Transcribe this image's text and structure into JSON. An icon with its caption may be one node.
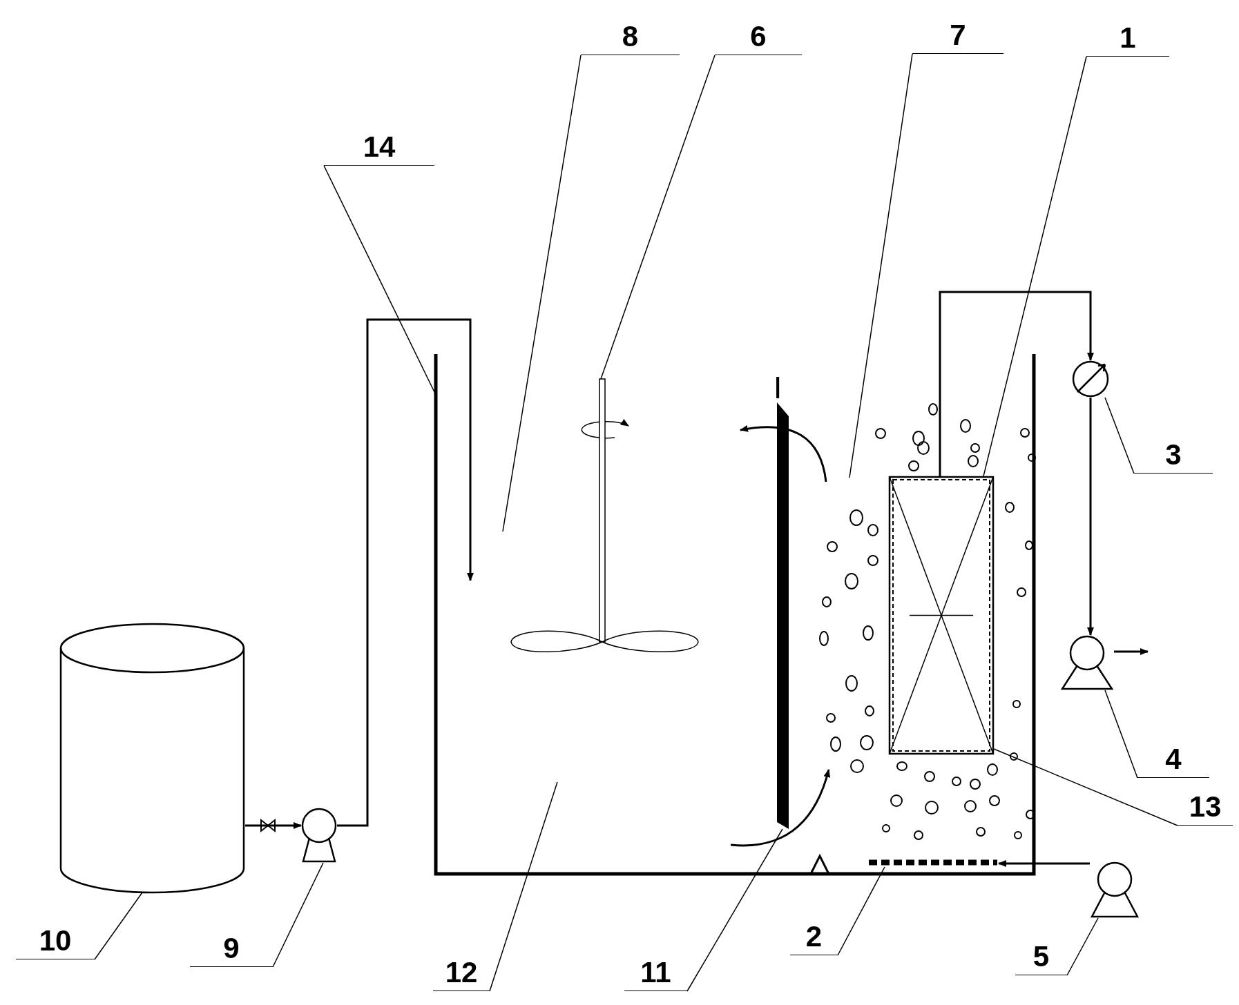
{
  "diagram": {
    "nodes": [
      {
        "text": [
          "8"
        ]
      },
      {
        "text": [
          "6"
        ]
      },
      {
        "text": [
          "7"
        ]
      },
      {
        "text": [
          "1"
        ]
      },
      {
        "text": [
          "14"
        ]
      },
      {
        "text": [
          "3"
        ]
      },
      {
        "text": [
          "4"
        ]
      },
      {
        "text": [
          "13"
        ]
      },
      {
        "text": [
          "10"
        ]
      },
      {
        "text": [
          "9"
        ]
      },
      {
        "text": [
          "12"
        ]
      },
      {
        "text": [
          "11"
        ]
      },
      {
        "text": [
          "2"
        ]
      },
      {
        "text": [
          "5"
        ]
      },
      {
        "text": [],
        "shape": "cylinder"
      },
      {
        "text": [],
        "shape": "circle"
      },
      {
        "text": [],
        "shape": "box"
      },
      {
        "text": [],
        "shape": "picture",
        "in": 16
      },
      {
        "text": [],
        "shape": "bar",
        "in": 16
      },
      {
        "text": [],
        "shape": "box",
        "in": 16
      },
      {
        "text": [],
        "shape": "bar",
        "in": 16
      },
      {
        "text": [],
        "shape": "circle"
      },
      {
        "text": [],
        "shape": "circle"
      },
      {
        "text": [],
        "shape": "circle"
      }
    ],
    "edges": [
      {
        "from": 14,
        "to": 15,
        "arrow": "to"
      },
      {
        "from": 15,
        "to": 16,
        "arrow": "to"
      },
      {
        "from": 19,
        "to": 22,
        "arrow": "to"
      },
      {
        "from": 22,
        "to": 21,
        "arrow": "to"
      },
      {
        "from": 21,
        "to": null,
        "arrow": "to"
      },
      {
        "from": 23,
        "to": 20,
        "arrow": "to"
      },
      {
        "from": 0,
        "to": 16,
        "arrow": "none"
      },
      {
        "from": 1,
        "to": 17,
        "arrow": "none"
      },
      {
        "from": 2,
        "to": 16,
        "arrow": "none"
      },
      {
        "from": 3,
        "to": 19,
        "arrow": "none"
      },
      {
        "from": 4,
        "to": 16,
        "arrow": "none"
      },
      {
        "from": 5,
        "to": 22,
        "arrow": "none"
      },
      {
        "from": 6,
        "to": 21,
        "arrow": "none"
      },
      {
        "from": 7,
        "to": 19,
        "arrow": "none"
      },
      {
        "from": 8,
        "to": 14,
        "arrow": "none"
      },
      {
        "from": 9,
        "to": 15,
        "arrow": "none"
      },
      {
        "from": 10,
        "to": 16,
        "arrow": "none"
      },
      {
        "from": 11,
        "to": 18,
        "arrow": "none"
      },
      {
        "from": 12,
        "to": 20,
        "arrow": "none"
      },
      {
        "from": 13,
        "to": 23,
        "arrow": "none"
      }
    ],
    "labels": [
      "I"
    ]
  }
}
